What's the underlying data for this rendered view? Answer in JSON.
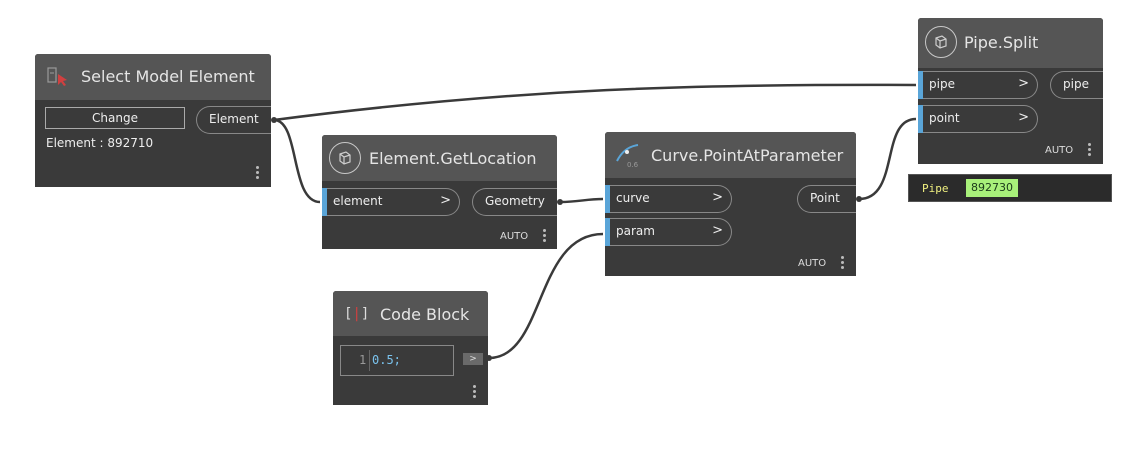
{
  "nodes": {
    "select_model_element": {
      "title": "Select Model Element",
      "change_button": "Change",
      "output_port": "Element",
      "info_text": "Element : 892710"
    },
    "element_getlocation": {
      "title": "Element.GetLocation",
      "input_ports": [
        "element"
      ],
      "output_port": "Geometry",
      "lacing": "AUTO"
    },
    "curve_pointatparameter": {
      "title": "Curve.PointAtParameter",
      "input_ports": [
        "curve",
        "param"
      ],
      "output_port": "Point",
      "lacing": "AUTO",
      "icon_text": "0.6"
    },
    "pipe_split": {
      "title": "Pipe.Split",
      "input_ports": [
        "pipe",
        "point"
      ],
      "output_port": "pipe",
      "lacing": "AUTO"
    },
    "code_block": {
      "title": "Code Block",
      "line_number": "1",
      "code": "0.5;",
      "output_port": ">"
    }
  },
  "watch_preview": {
    "label": "Pipe",
    "value": "892730"
  },
  "colors": {
    "canvas": "#ffffff",
    "node_body": "#3a3a3a",
    "node_header": "#555555",
    "port_accent": "#5aa5d8",
    "wire": "#3a3a3a",
    "preview_value_bg": "#a8f07a"
  }
}
